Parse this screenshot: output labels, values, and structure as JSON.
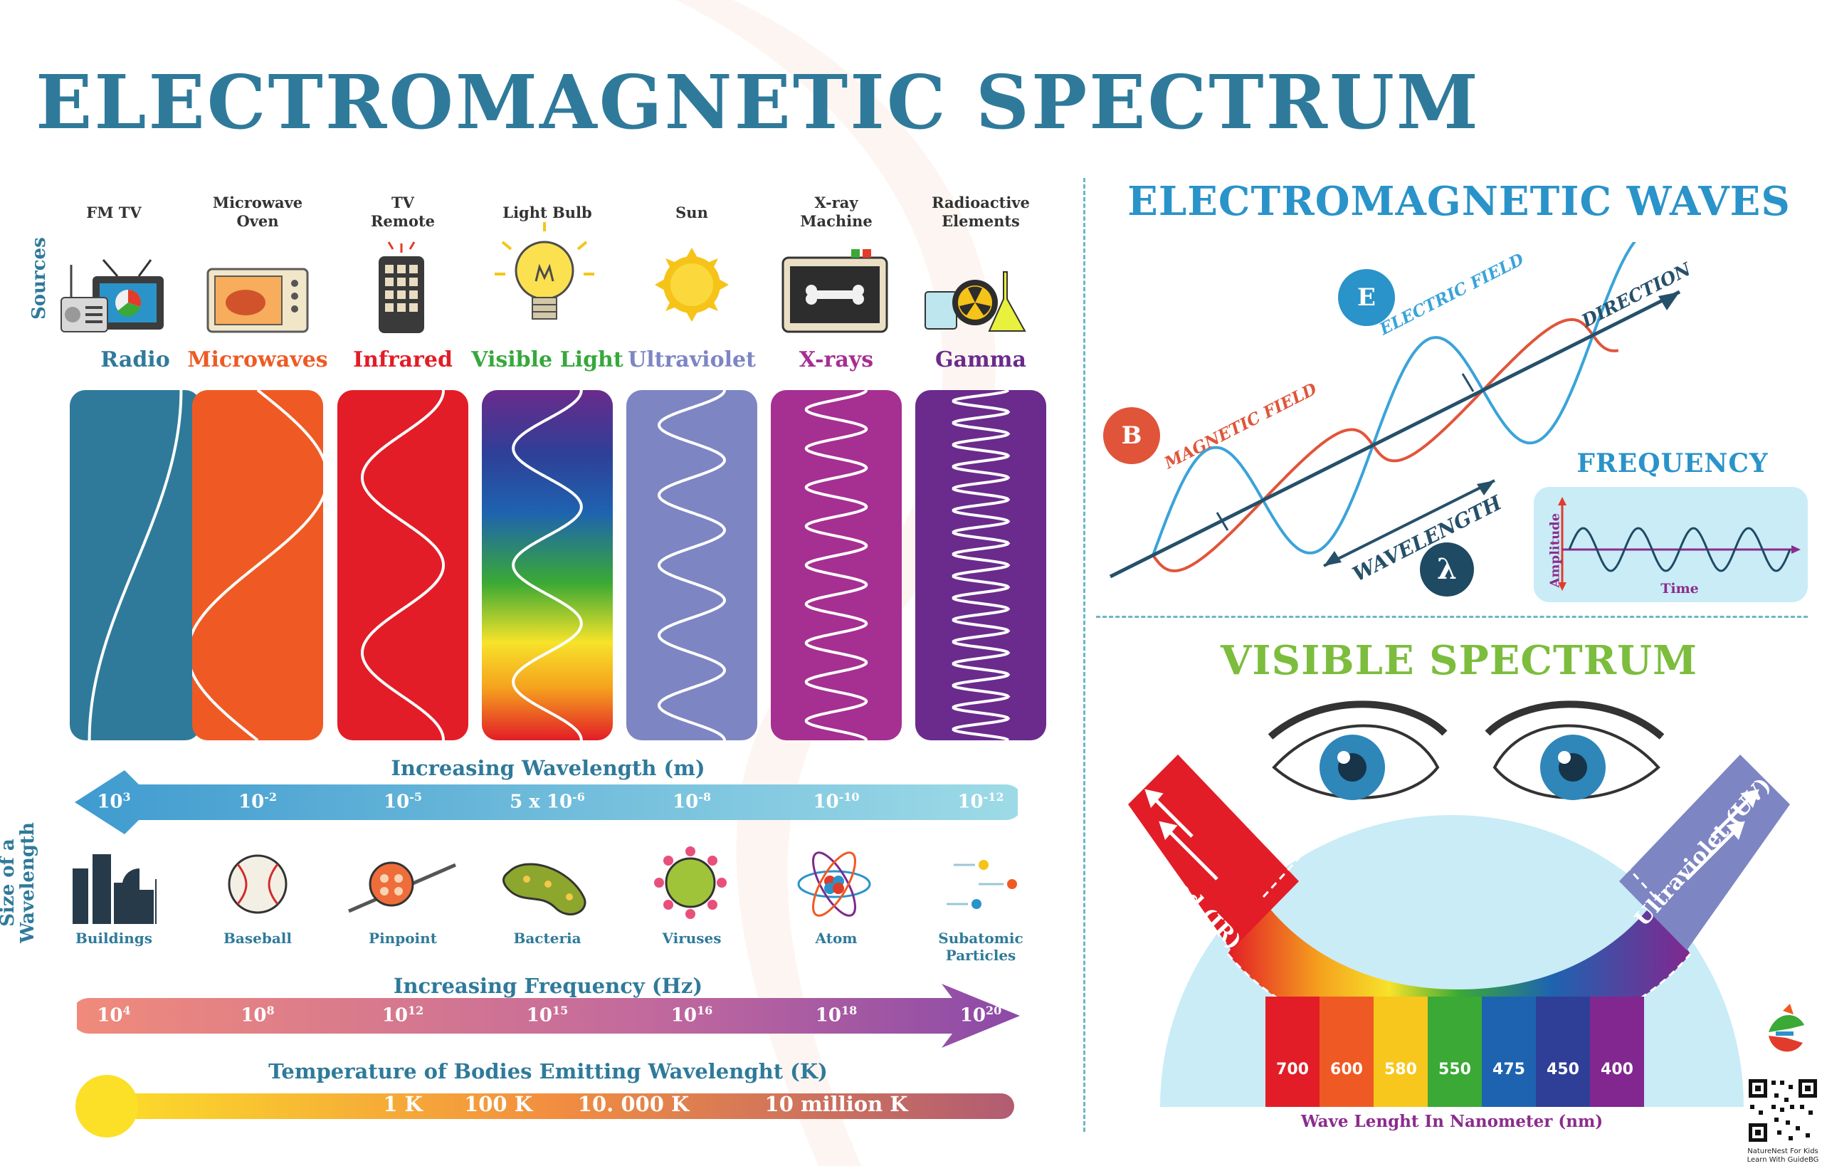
{
  "title": "ELECTROMAGNETIC SPECTRUM",
  "sources_label": "Sources",
  "size_label_line1": "Size of a",
  "size_label_line2": "Wavelength",
  "bands": [
    {
      "source": "FM  TV",
      "source2": "",
      "name": "Radio",
      "color": "#2f7a9a",
      "icon": "radio-tv-icon"
    },
    {
      "source": "Microwave",
      "source2": "Oven",
      "name": "Microwaves",
      "color": "#ef5a24",
      "icon": "microwave-oven-icon"
    },
    {
      "source": "TV",
      "source2": "Remote",
      "name": "Infrared",
      "color": "#e21d27",
      "icon": "tv-remote-icon"
    },
    {
      "source": "Light Bulb",
      "source2": "",
      "name": "Visible Light",
      "color": "#37a83c",
      "icon": "light-bulb-icon"
    },
    {
      "source": "Sun",
      "source2": "",
      "name": "Ultraviolet",
      "color": "#7d85c3",
      "icon": "sun-icon"
    },
    {
      "source": "X-ray",
      "source2": "Machine",
      "name": "X-rays",
      "color": "#a62f92",
      "icon": "xray-machine-icon"
    },
    {
      "source": "Radioactive",
      "source2": "Elements",
      "name": "Gamma",
      "color": "#6a2b8c",
      "icon": "radioactive-elements-icon"
    }
  ],
  "wavelength": {
    "heading": "Increasing Wavelength (m)",
    "values": [
      "10",
      "10",
      "10",
      "5 x 10",
      "10",
      "10",
      "10"
    ],
    "exponents": [
      "3",
      "-2",
      "-5",
      "-6",
      "-8",
      "-10",
      "-12"
    ]
  },
  "objects": [
    {
      "label": "Buildings",
      "label2": "",
      "icon": "buildings-icon"
    },
    {
      "label": "Baseball",
      "label2": "",
      "icon": "baseball-icon"
    },
    {
      "label": "Pinpoint",
      "label2": "",
      "icon": "pinpoint-icon"
    },
    {
      "label": "Bacteria",
      "label2": "",
      "icon": "bacteria-icon"
    },
    {
      "label": "Viruses",
      "label2": "",
      "icon": "virus-icon"
    },
    {
      "label": "Atom",
      "label2": "",
      "icon": "atom-icon"
    },
    {
      "label": "Subatomic",
      "label2": "Particles",
      "icon": "subatomic-particles-icon"
    }
  ],
  "frequency": {
    "heading": "Increasing Frequency (Hz)",
    "exponents": [
      "4",
      "8",
      "12",
      "15",
      "16",
      "18",
      "20"
    ],
    "base": "10"
  },
  "temperature": {
    "heading": "Temperature of Bodies Emitting Wavelenght (K)",
    "values": [
      "1 K",
      "100 K",
      "10. 000 K",
      "10 million K"
    ]
  },
  "em_waves": {
    "title": "ELECTROMAGNETIC WAVES",
    "electric_field": "ELECTRIC FIELD",
    "magnetic_field": "MAGNETIC FIELD",
    "direction": "DIRECTION",
    "wavelength": "WAVELENGTH",
    "e_symbol": "E",
    "b_symbol": "B",
    "lambda_symbol": "λ"
  },
  "frequency_panel": {
    "title": "FREQUENCY",
    "amplitude": "Amplitude",
    "time": "Time"
  },
  "visible_spectrum": {
    "title": "VISIBLE SPECTRUM",
    "infrared": "Infrared (IR)",
    "ultraviolet": "Ultraviolet (UV)",
    "wavelengths": [
      "700",
      "600",
      "580",
      "550",
      "475",
      "450",
      "400"
    ],
    "colors": [
      "#e21d27",
      "#ef5a24",
      "#f7c71d",
      "#3aa935",
      "#1e63b0",
      "#2f3f97",
      "#82278f"
    ],
    "axis_label": "Wave Lenght In Nanometer (nm)"
  },
  "brand": {
    "line1": "NatureNest For Kids",
    "line2": "Learn With GuideBG"
  }
}
